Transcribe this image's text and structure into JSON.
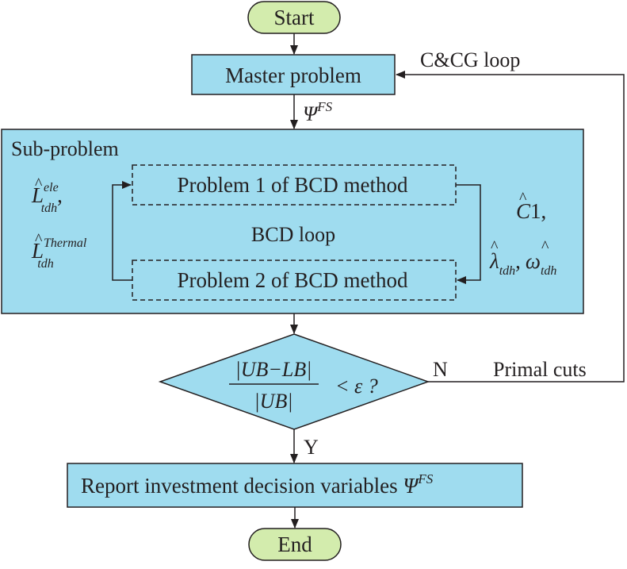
{
  "colors": {
    "box_fill": "#9fdcef",
    "terminal_fill": "#d3ecad",
    "stroke": "#231f20"
  },
  "nodes": {
    "start": "Start",
    "master": "Master problem",
    "psi_label": "Ψ",
    "psi_sup": "FS",
    "subproblem_title": "Sub-problem",
    "p1": "Problem 1 of BCD method",
    "p2": "Problem 2 of BCD method",
    "bcd_loop": "BCD loop",
    "left_var1_base": "L",
    "left_var1_sup": "ele",
    "left_var1_sub": "tdh",
    "left_var1_comma": ",",
    "left_var2_base": "L",
    "left_var2_sup": "Thermal",
    "left_var2_sub": "tdh",
    "right_var1": "C1,",
    "right_lambda": "λ",
    "right_lambda_sub": "tdh",
    "right_comma": ",",
    "right_omega": "ω",
    "right_omega_sub": "tdh",
    "cond_numerator": "|UB−LB|",
    "cond_denominator": "|UB|",
    "cond_suffix": "< ε ?",
    "no_label": "N",
    "yes_label": "Y",
    "report_text": "Report investment decision variables ",
    "report_psi": "Ψ",
    "report_psi_sup": "FS",
    "end": "End"
  },
  "edges": {
    "ccg_loop": "C&CG loop",
    "primal_cuts": "Primal cuts"
  }
}
